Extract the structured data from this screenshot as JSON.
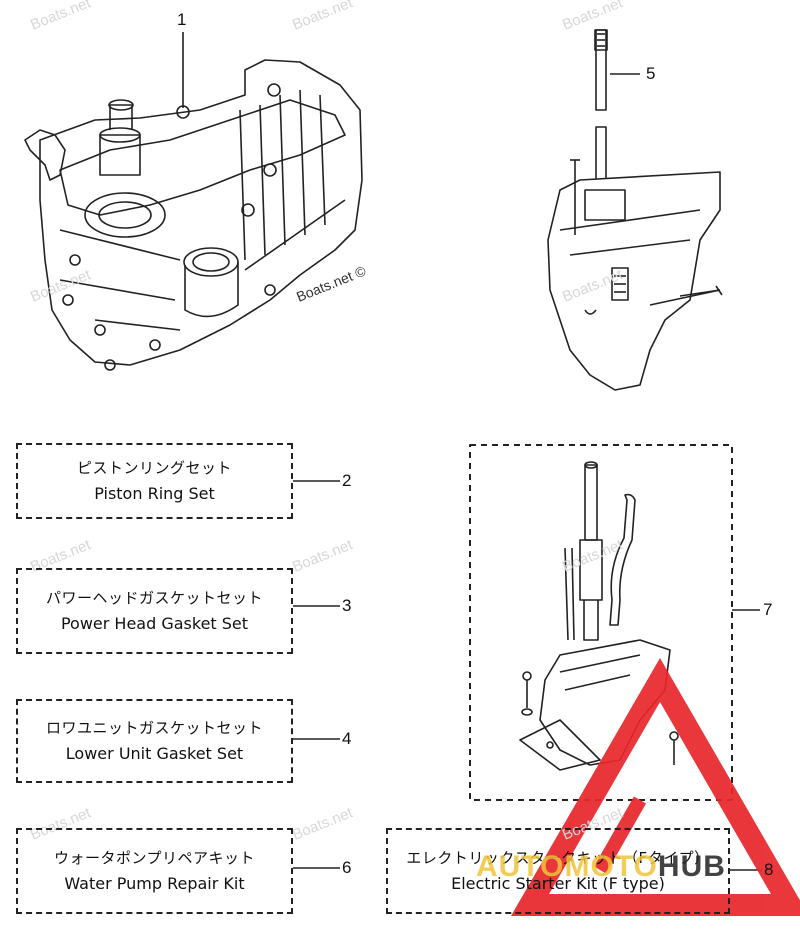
{
  "watermark": "Boats.net",
  "copyright_mark": "Boats.net ©",
  "callouts": [
    "1",
    "2",
    "3",
    "4",
    "5",
    "6",
    "7",
    "8"
  ],
  "kits": [
    {
      "ref": "2",
      "jp": "ピストンリングセット",
      "en": "Piston Ring Set"
    },
    {
      "ref": "3",
      "jp": "パワーヘッドガスケットセット",
      "en": "Power Head Gasket Set"
    },
    {
      "ref": "4",
      "jp": "ロワユニットガスケットセット",
      "en": "Lower Unit Gasket Set"
    },
    {
      "ref": "6",
      "jp": "ウォータポンプリペアキット",
      "en": "Water Pump Repair Kit"
    },
    {
      "ref": "8",
      "jp": "エレクトリックスタータキット（Fタイプ）",
      "en": "Electric Starter Kit (F type)"
    }
  ],
  "logo": {
    "part1": "AUTOMOTO",
    "part2": "HUB",
    "accent": "#e8262a",
    "accent2": "#f2c23a",
    "dark": "#222222"
  }
}
